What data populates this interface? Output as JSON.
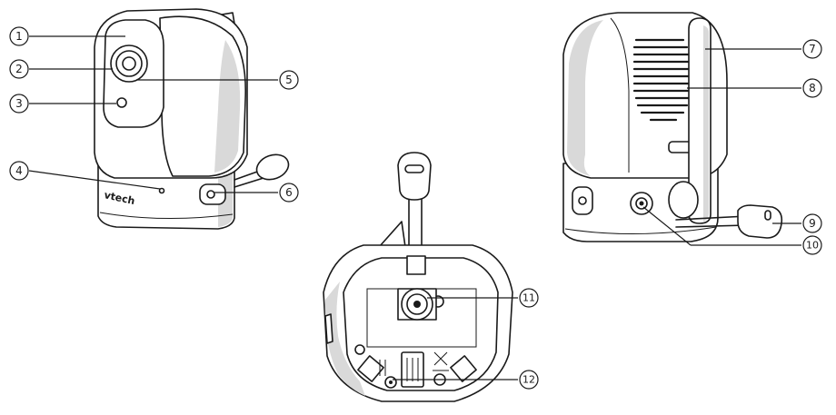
{
  "brand_text": "vtech",
  "callouts": {
    "c1": "1",
    "c2": "2",
    "c3": "3",
    "c4": "4",
    "c5": "5",
    "c6": "6",
    "c7": "7",
    "c8": "8",
    "c9": "9",
    "c10": "10",
    "c11": "11",
    "c12": "12"
  }
}
